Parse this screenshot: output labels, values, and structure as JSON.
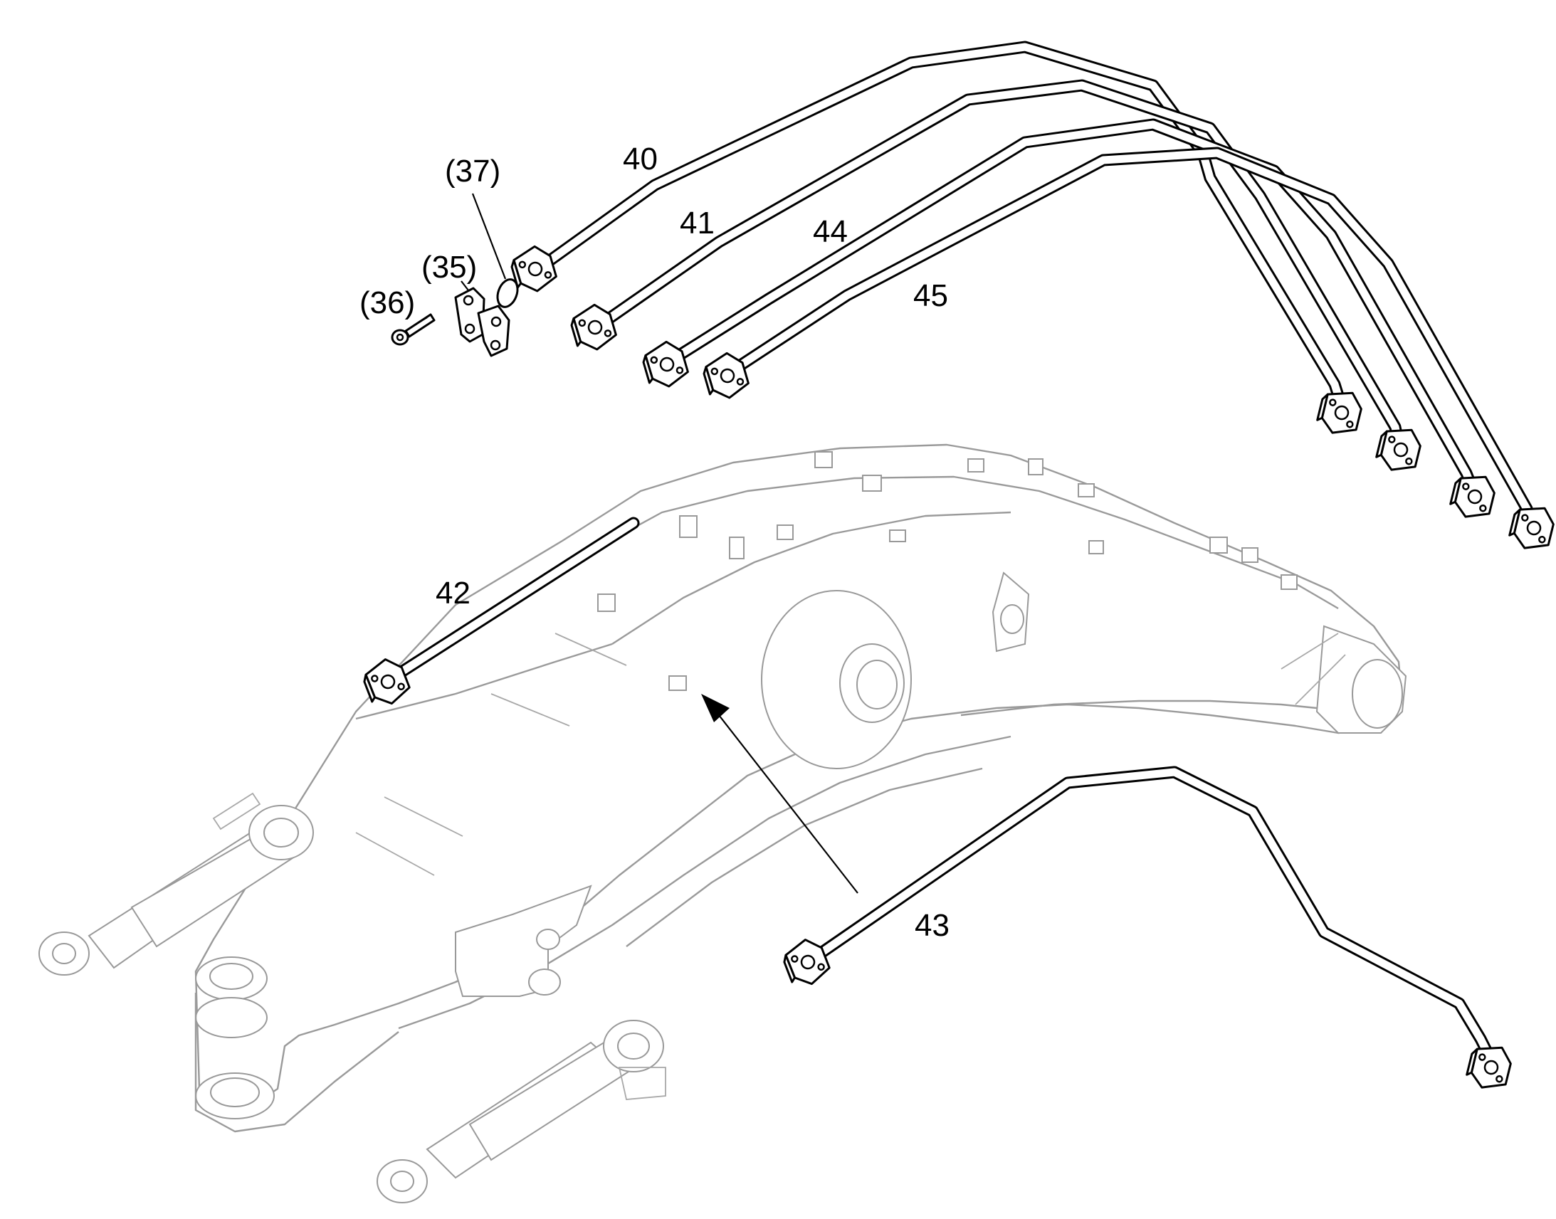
{
  "colors": {
    "linework": "#000000",
    "boom_linework": "#9a9a9a",
    "background": "#ffffff"
  },
  "callouts": {
    "c40": "40",
    "c41": "41",
    "c42": "42",
    "c43": "43",
    "c44": "44",
    "c45": "45",
    "c35": "(35)",
    "c36": "(36)",
    "c37": "(37)"
  },
  "parts": [
    {
      "callout": "40",
      "item": "pipe"
    },
    {
      "callout": "41",
      "item": "pipe"
    },
    {
      "callout": "42",
      "item": "pipe"
    },
    {
      "callout": "43",
      "item": "pipe"
    },
    {
      "callout": "44",
      "item": "pipe"
    },
    {
      "callout": "45",
      "item": "pipe"
    },
    {
      "callout": "(35)",
      "item": "split-flange-half"
    },
    {
      "callout": "(36)",
      "item": "bolt"
    },
    {
      "callout": "(37)",
      "item": "o-ring"
    }
  ]
}
